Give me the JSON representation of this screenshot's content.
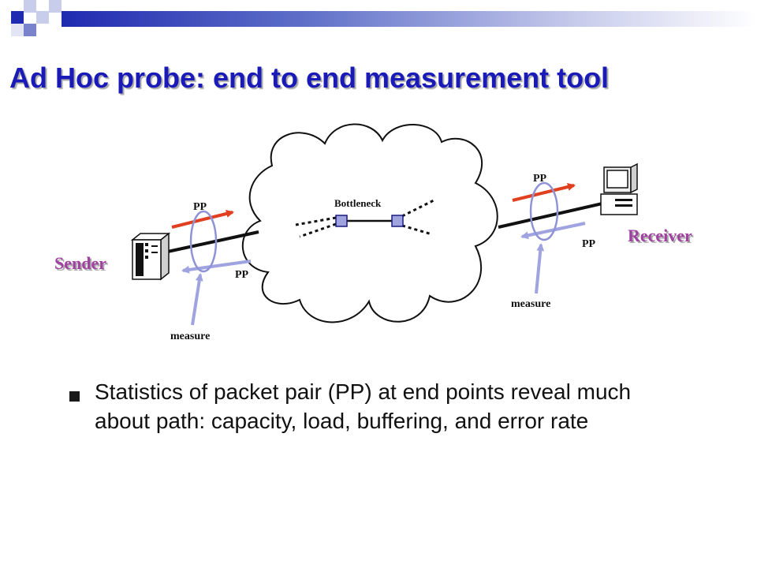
{
  "slide": {
    "title": "Ad Hoc probe: end to end measurement tool",
    "bullet": "Statistics of packet pair (PP) at end points reveal much about path: capacity, load, buffering, and error rate"
  },
  "diagram": {
    "sender_label": "Sender",
    "receiver_label": "Receiver",
    "bottleneck_label": "Bottleneck",
    "pp_label": "PP",
    "measure_label": "measure"
  },
  "colors": {
    "title": "#1a1ab8",
    "host_label": "#a040a0",
    "forward_arrow": "#e04020",
    "return_arrow": "#9fa3e0",
    "ring": "#8f93d6"
  },
  "icons": [
    "server-tower-icon",
    "desktop-computer-icon",
    "router-icon",
    "cloud-network-icon"
  ]
}
